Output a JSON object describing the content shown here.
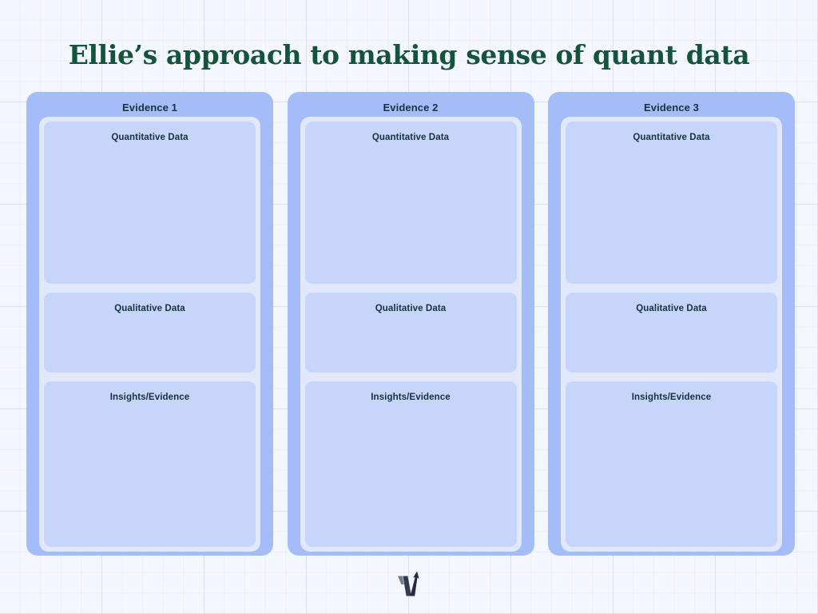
{
  "page": {
    "title": "Ellie’s approach to making sense of quant data",
    "background_color": "#f4f7fd",
    "title_color": "#14543c",
    "card_color": "#a4bdf8",
    "panel_color": "#e2e8fb",
    "slot_color": "#c7d5fb",
    "label_color": "#123240"
  },
  "columns": [
    {
      "title": "Evidence 1",
      "slots": [
        {
          "label": "Quantitative Data"
        },
        {
          "label": "Qualitative Data"
        },
        {
          "label": "Insights/Evidence"
        }
      ]
    },
    {
      "title": "Evidence 2",
      "slots": [
        {
          "label": "Quantitative Data"
        },
        {
          "label": "Qualitative Data"
        },
        {
          "label": "Insights/Evidence"
        }
      ]
    },
    {
      "title": "Evidence 3",
      "slots": [
        {
          "label": "Quantitative Data"
        },
        {
          "label": "Qualitative Data"
        },
        {
          "label": "Insights/Evidence"
        }
      ]
    }
  ],
  "footer": {
    "logo_name": "brand-w-mark-logo",
    "logo_color": "#2b3445"
  }
}
